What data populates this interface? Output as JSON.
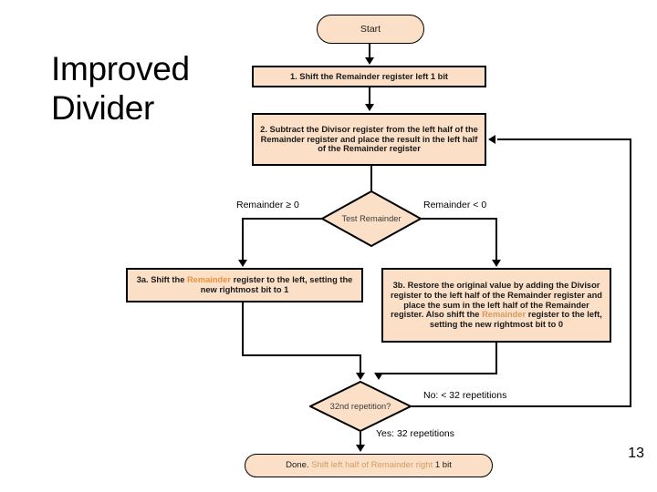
{
  "slide": {
    "title": "Improved\nDivider",
    "page_number": "13",
    "background_color": "#ffffff"
  },
  "colors": {
    "node_fill": "#FBDFC6",
    "node_border": "#000000",
    "text": "#1a1a1a",
    "highlight_word": "#E8933B",
    "connector": "#000000"
  },
  "flowchart": {
    "type": "flowchart",
    "title": "Improved Divider algorithm",
    "nodes": {
      "start": {
        "shape": "terminator",
        "label": "Start"
      },
      "step1": {
        "shape": "process",
        "label": "1. Shift the Remainder register left 1 bit"
      },
      "step2": {
        "shape": "process",
        "label": "2. Subtract the Divisor register from the left half of the Remainder register and place the result in the left half of the Remainder register"
      },
      "test_remainder": {
        "shape": "decision",
        "label": "Test Remainder"
      },
      "step3a": {
        "shape": "process",
        "label_part1": "3a. Shift the ",
        "label_highlight": "Remainder",
        "label_part2": " register to the left, setting the new rightmost bit to 1"
      },
      "step3b": {
        "shape": "process",
        "label_part1": "3b. Restore the original value by adding the Divisor register to the left half of the Remainder register and place the sum in the left half of the Remainder register. Also shift the ",
        "label_highlight": "Remainder",
        "label_part2": " register to the left, setting the new rightmost bit to 0"
      },
      "repetition_check": {
        "shape": "decision",
        "label": "32nd repetition?"
      },
      "done": {
        "shape": "terminator",
        "label_part1": "Done. ",
        "label_highlight": "Shift left half of Remainder right ",
        "label_part2": "1 bit"
      }
    },
    "edge_labels": {
      "remainder_ge_zero": "Remainder ≥ 0",
      "remainder_lt_zero": "Remainder < 0",
      "no_branch": "No:  < 32 repetitions",
      "yes_branch": "Yes:  32 repetitions"
    }
  }
}
